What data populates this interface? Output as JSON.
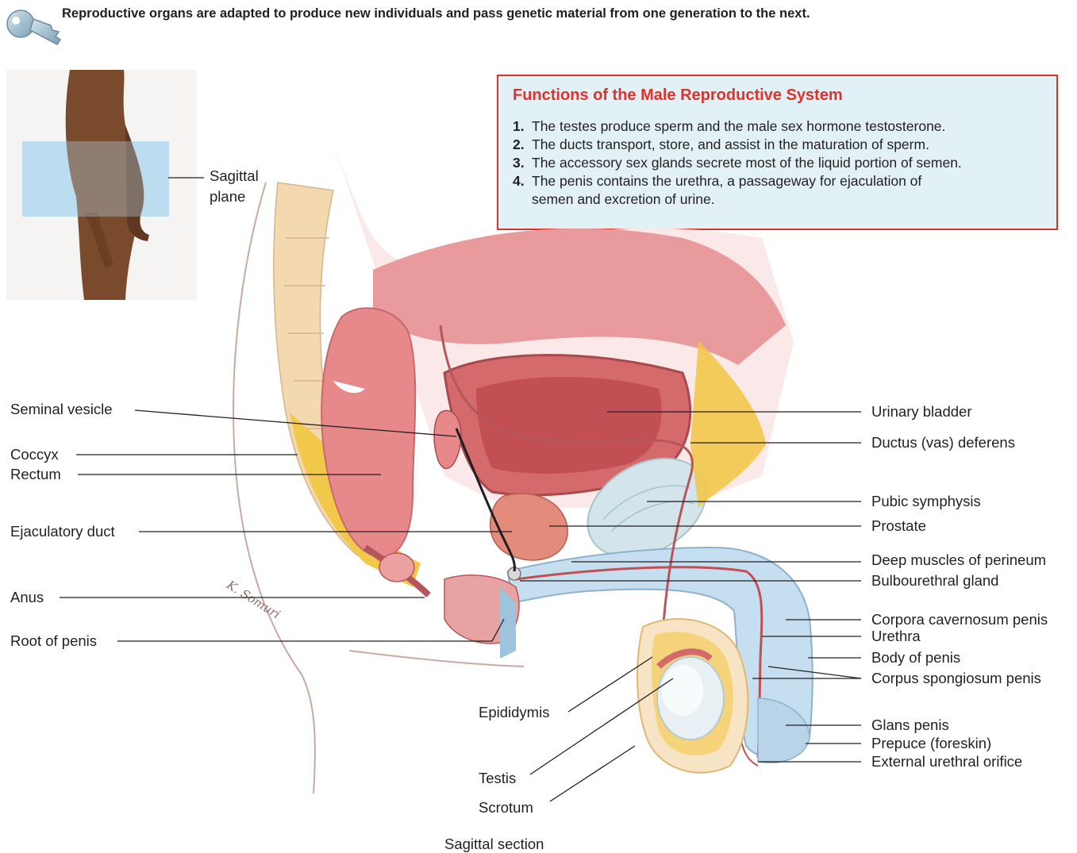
{
  "header": {
    "text": "Reproductive organs are adapted to produce new individuals and pass genetic material from one generation to the next.",
    "icon": "key-icon"
  },
  "functions_box": {
    "title": "Functions of the Male Reproductive System",
    "items": [
      {
        "num": "1.",
        "text": "The testes produce sperm and the male sex hormone testosterone."
      },
      {
        "num": "2.",
        "text": "The ducts transport, store, and assist in the maturation of sperm."
      },
      {
        "num": "3.",
        "text": "The accessory sex glands secrete most of the liquid portion of semen."
      },
      {
        "num": "4.",
        "text": "The penis contains the urethra, a passageway for ejaculation of",
        "text2": "semen and excretion of urine."
      }
    ],
    "colors": {
      "border": "#e0322d",
      "background": "#e2f1f6",
      "title": "#e0322d"
    }
  },
  "inset": {
    "label_line1": "Sagittal",
    "label_line2": "plane"
  },
  "labels": {
    "seminal_vesicle": "Seminal vesicle",
    "coccyx": "Coccyx",
    "rectum": "Rectum",
    "ejaculatory_duct": "Ejaculatory duct",
    "anus": "Anus",
    "root_of_penis": "Root of penis",
    "urinary_bladder": "Urinary bladder",
    "ductus_deferens": "Ductus (vas) deferens",
    "pubic_symphysis": "Pubic symphysis",
    "prostate": "Prostate",
    "deep_muscles": "Deep muscles of perineum",
    "bulbourethral_gland": "Bulbourethral gland",
    "corpora_cavernosum": "Corpora cavernosum penis",
    "urethra": "Urethra",
    "body_of_penis": "Body of penis",
    "corpus_spongiosum": "Corpus spongiosum penis",
    "glans_penis": "Glans penis",
    "prepuce": "Prepuce (foreskin)",
    "external_urethral_orifice": "External urethral orifice",
    "epididymis": "Epididymis",
    "testis": "Testis",
    "scrotum": "Scrotum"
  },
  "caption": "Sagittal section",
  "signature": "K. Somuri"
}
